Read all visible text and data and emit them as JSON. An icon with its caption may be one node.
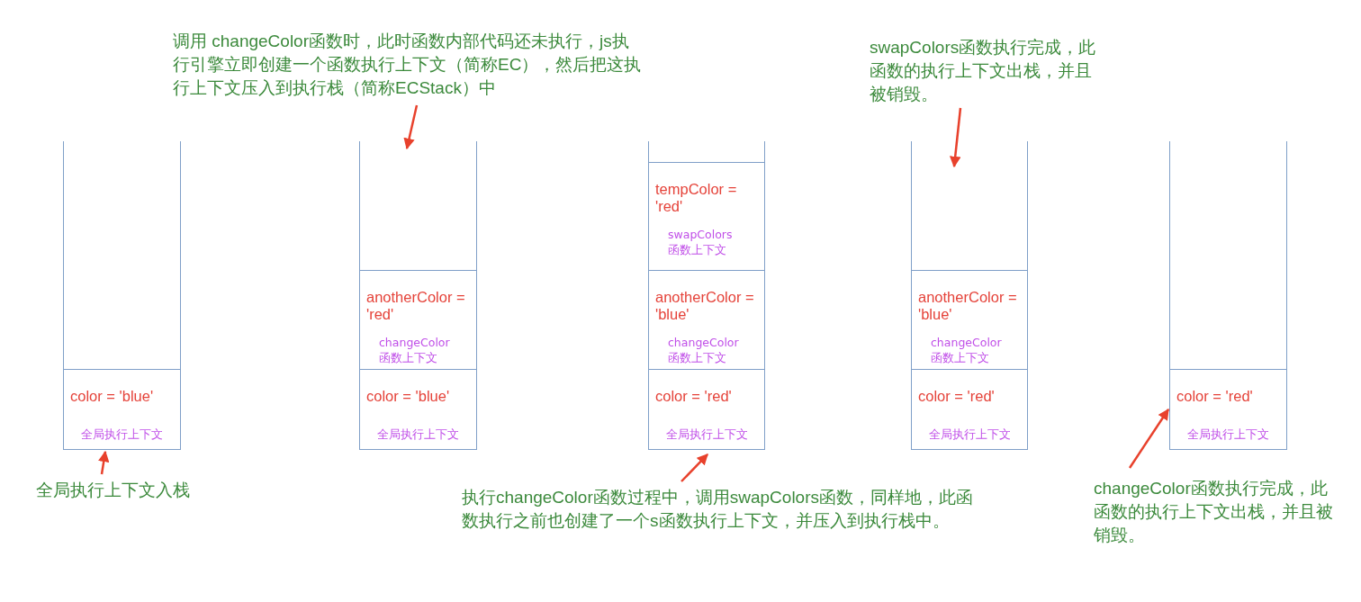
{
  "diagram": {
    "nodes": [
      {
        "text": [],
        "shape": "box"
      },
      {
        "text": [
          "color = 'blue'",
          "全局执行上下文"
        ],
        "in": 0
      },
      {
        "text": [],
        "shape": "box"
      },
      {
        "text": [
          "anotherColor = 'red'",
          "changeColor函数上下文"
        ],
        "in": 2
      },
      {
        "text": [
          "color = 'blue'",
          "全局执行上下文"
        ],
        "in": 2
      },
      {
        "text": [],
        "shape": "box"
      },
      {
        "text": [
          "tempColor = 'red'",
          "swapColors函数上下文"
        ],
        "in": 5
      },
      {
        "text": [
          "anotherColor = 'blue'",
          "changeColor函数上下文"
        ],
        "in": 5
      },
      {
        "text": [
          "color = 'red'",
          "全局执行上下文"
        ],
        "in": 5
      },
      {
        "text": [],
        "shape": "box"
      },
      {
        "text": [
          "anotherColor = 'blue'",
          "changeColor函数上下文"
        ],
        "in": 9
      },
      {
        "text": [
          "color = 'red'",
          "全局执行上下文"
        ],
        "in": 9
      },
      {
        "text": [],
        "shape": "box"
      },
      {
        "text": [
          "color = 'red'",
          "全局执行上下文"
        ],
        "in": 12
      },
      {
        "text": [
          "全局执行上下文入栈"
        ]
      },
      {
        "text": [
          "调用 changeColor函数时，此时函数内部代码还未执行，js执行引擎立即创建一个函数执行上下文（简称EC），然后把这执行上下文压入到执行栈（简称ECStack）中"
        ]
      },
      {
        "text": [
          "执行changeColor函数过程中，调用swapColors函数，同样地，此函数执行之前也创建了一个s函数执行上下文，并压入到执行栈中。"
        ]
      },
      {
        "text": [
          "swapColors函数执行完成，此函数的执行上下文出栈，并且被销毁。"
        ]
      },
      {
        "text": [
          "changeColor函数执行完成，此函数的执行上下文出栈，并且被销毁。"
        ]
      }
    ],
    "edges": [
      {
        "from": 14,
        "to": 1,
        "arrow": "to"
      },
      {
        "from": 15,
        "to": 2,
        "arrow": "to"
      },
      {
        "from": 16,
        "to": 8,
        "arrow": "to"
      },
      {
        "from": 17,
        "to": 9,
        "arrow": "to"
      },
      {
        "from": 18,
        "to": 13,
        "arrow": "to"
      }
    ]
  }
}
